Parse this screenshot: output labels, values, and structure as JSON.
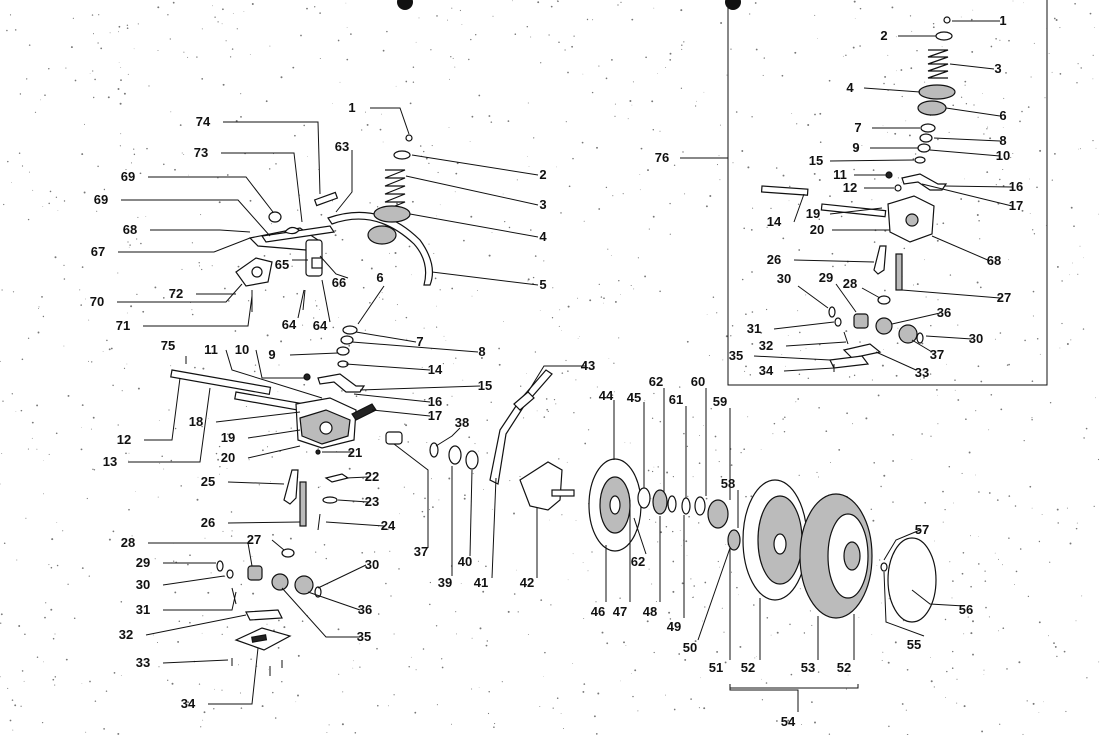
{
  "diagram": {
    "labels": {
      "main": [
        "1",
        "2",
        "3",
        "4",
        "5",
        "6",
        "7",
        "8",
        "9",
        "10",
        "11",
        "12",
        "13",
        "14",
        "15",
        "16",
        "17",
        "18",
        "19",
        "20",
        "21",
        "22",
        "23",
        "24",
        "25",
        "26",
        "27",
        "28",
        "29",
        "30",
        "30",
        "31",
        "32",
        "33",
        "34",
        "35",
        "36",
        "37",
        "38",
        "39",
        "40",
        "41",
        "42",
        "43",
        "44",
        "45",
        "46",
        "47",
        "48",
        "49",
        "50",
        "51",
        "52",
        "52",
        "53",
        "54",
        "55",
        "56",
        "57",
        "58",
        "59",
        "60",
        "61",
        "62",
        "62",
        "63",
        "64",
        "64",
        "65",
        "66",
        "67",
        "68",
        "69",
        "69",
        "70",
        "71",
        "72",
        "73",
        "74",
        "75"
      ],
      "inset": [
        "1",
        "2",
        "3",
        "4",
        "6",
        "7",
        "8",
        "9",
        "10",
        "11",
        "12",
        "14",
        "15",
        "16",
        "17",
        "19",
        "20",
        "26",
        "27",
        "28",
        "29",
        "30",
        "30",
        "31",
        "32",
        "33",
        "34",
        "35",
        "36",
        "37",
        "68"
      ],
      "inset_callout": "76"
    }
  }
}
